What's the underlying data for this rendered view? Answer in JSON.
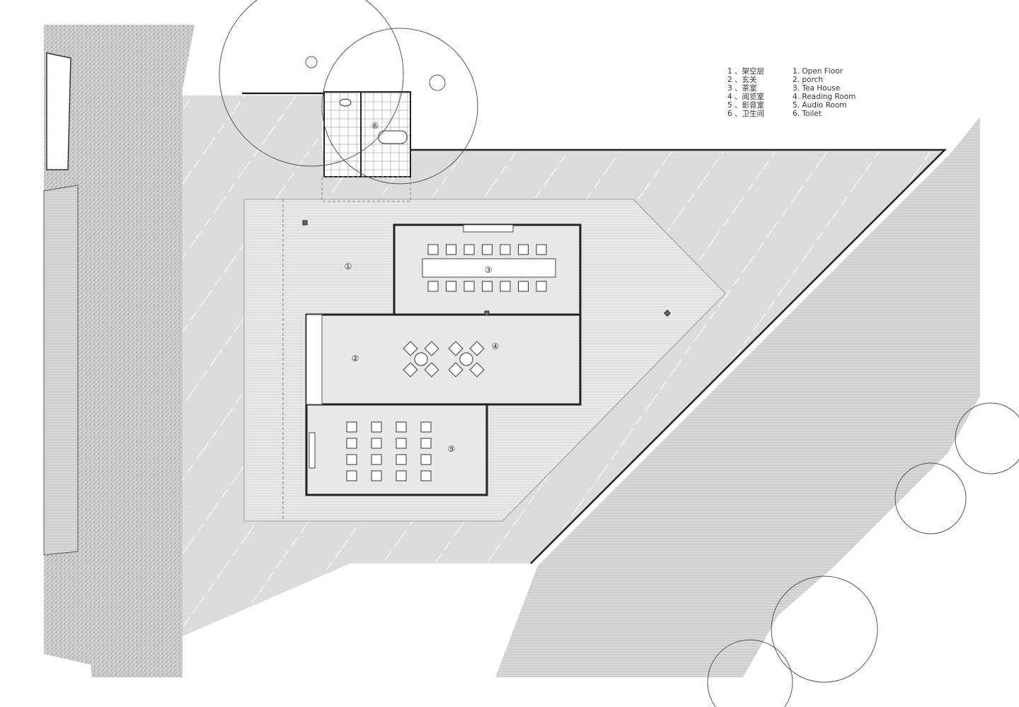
{
  "legend": {
    "chinese": [
      "1 、架空层",
      "2 、玄关",
      "3 、茶室",
      "4 、阅览室",
      "5 、影音室",
      "6 、卫生间"
    ],
    "english": [
      "1. Open Floor",
      "2. porch",
      "3. Tea House",
      "4. Reading Room",
      "5. Audio Room",
      "6. Toilet"
    ]
  },
  "room_markers": [
    "①",
    "②",
    "③",
    "④",
    "⑤",
    "⑥"
  ],
  "colors": {
    "site": "#dcdcdc",
    "platform": "#e6e6e6",
    "water": "#d4d4d4",
    "road": "#c8c8c8",
    "line": "#222222"
  }
}
